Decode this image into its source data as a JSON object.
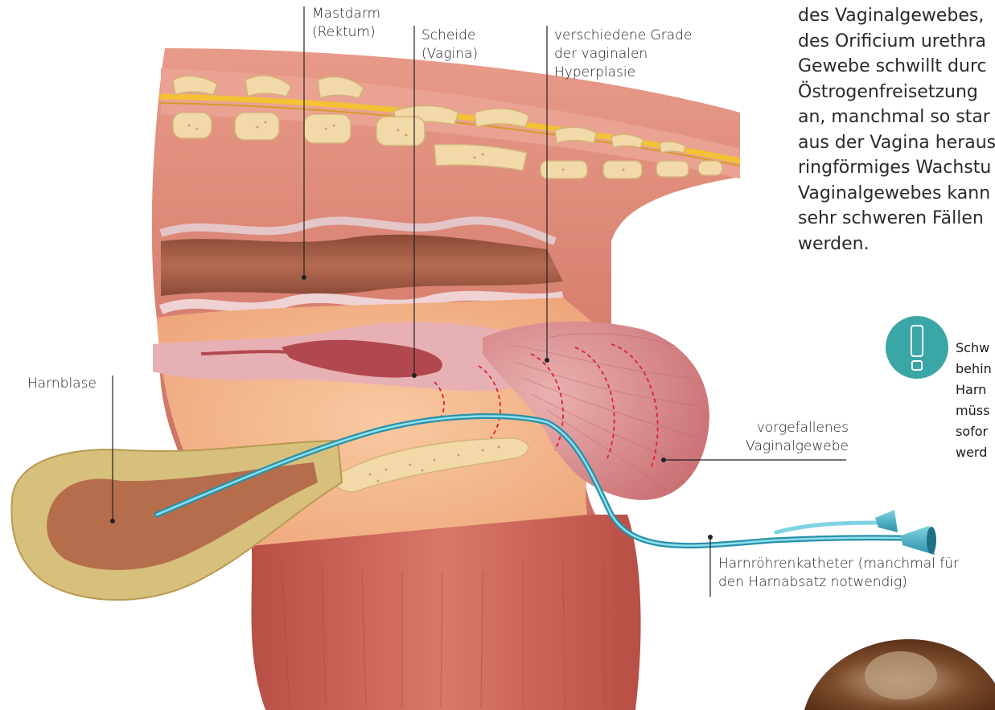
{
  "labels": {
    "rectum_line1": "Mastdarm",
    "rectum_line2": "(Rektum)",
    "vagina_line1": "Scheide",
    "vagina_line2": "(Vagina)",
    "hyperplasia_line1": "verschiedene Grade",
    "hyperplasia_line2": "der vaginalen",
    "hyperplasia_line3": "Hyperplasie",
    "bladder": "Harnblase",
    "prolapse_line1": "vorgefallenes",
    "prolapse_line2": "Vaginalgewebe",
    "catheter_line1": "Harnröhrenkatheter (manchmal für",
    "catheter_line2": "den Harnabsatz notwendig)"
  },
  "body_text": [
    "des Vaginalgewebes,",
    "des Orificium urethra",
    "Gewebe schwillt durc",
    "Östrogenfreisetzung",
    "an, manchmal so star",
    "aus der Vagina heraus",
    "ringförmiges Wachstu",
    "Vaginalgewebes kann",
    "sehr schweren Fällen",
    "werden."
  ],
  "warning": {
    "icon": "exclamation-icon",
    "lines": [
      "Schw",
      "behin",
      "Harn",
      "müss",
      "sofor",
      "werd"
    ]
  },
  "colors": {
    "muscle": "#d9776a",
    "spine_bone": "#f2d9a8",
    "fat": "#f4b88c",
    "vagina_tissue": "#e8b2b4",
    "rectum": "#a8604a",
    "bladder_wall": "#d9c27a",
    "catheter": "#3fb1c8",
    "warning_icon": "#3aa6a6",
    "hyperplasia_dash": "#d9242d"
  }
}
